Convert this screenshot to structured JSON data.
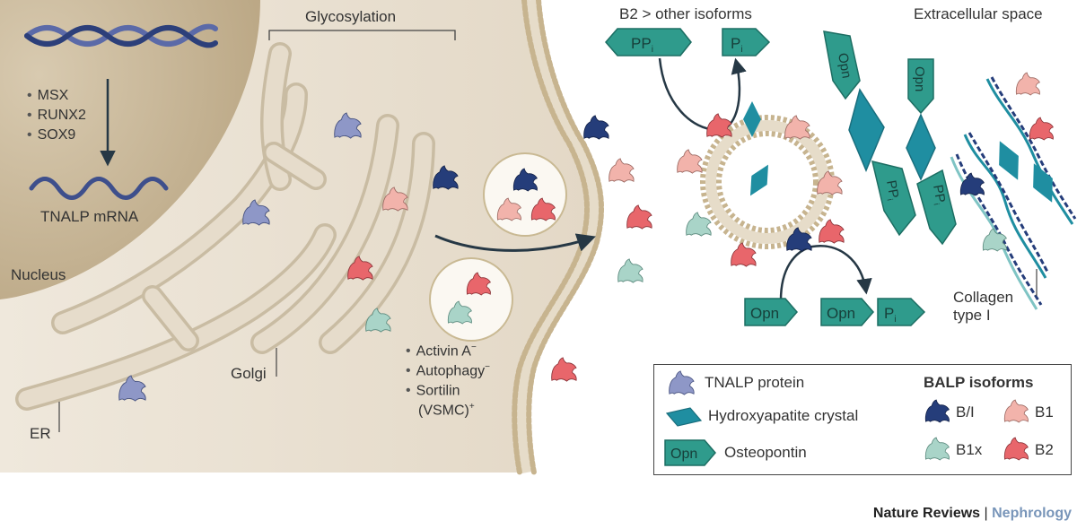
{
  "labels": {
    "glycosylation": "Glycosylation",
    "nucleus": "Nucleus",
    "mrna": "TNALP mRNA",
    "golgi": "Golgi",
    "er": "ER",
    "isoform_note": "B2 > other isoforms",
    "extracellular": "Extracellular space",
    "collagen_line1": "Collagen",
    "collagen_line2": "type I",
    "ppi_text": "PP",
    "ppi_sub": "i",
    "pi_text": "P",
    "pi_sub": "i",
    "opn": "Opn"
  },
  "transcription_factors": [
    "MSX",
    "RUNX2",
    "SOX9"
  ],
  "regulators": [
    {
      "text": "Activin A",
      "sup": "−"
    },
    {
      "text": "Autophagy",
      "sup": "−"
    },
    {
      "text": "Sortilin",
      "sup": ""
    },
    {
      "text": "(VSMC)",
      "sup": "+"
    }
  ],
  "legend": {
    "tnalp": "TNALP protein",
    "hydroxyapatite": "Hydroxyapatite crystal",
    "osteopontin": "Osteopontin",
    "opn_symbol": "Opn",
    "balp_title": "BALP isoforms",
    "b_i": "B/I",
    "b1": "B1",
    "b1x": "B1x",
    "b2": "B2"
  },
  "credit": {
    "journal": "Nature Reviews",
    "separator": " | ",
    "subject": "Nephrology"
  },
  "colors": {
    "tnalp": "#8e97c7",
    "b_i": "#253d7a",
    "b1": "#f2b3ab",
    "b1x": "#a9d4c8",
    "b2": "#e8666b",
    "crystal": "#1f8ea1",
    "teal": "#2f9b8c",
    "cytoplasm": "#f1ece3",
    "organelle": "#dcd1bd",
    "nucleus": "#c9b89a",
    "subject_blue": "#7895b9"
  }
}
